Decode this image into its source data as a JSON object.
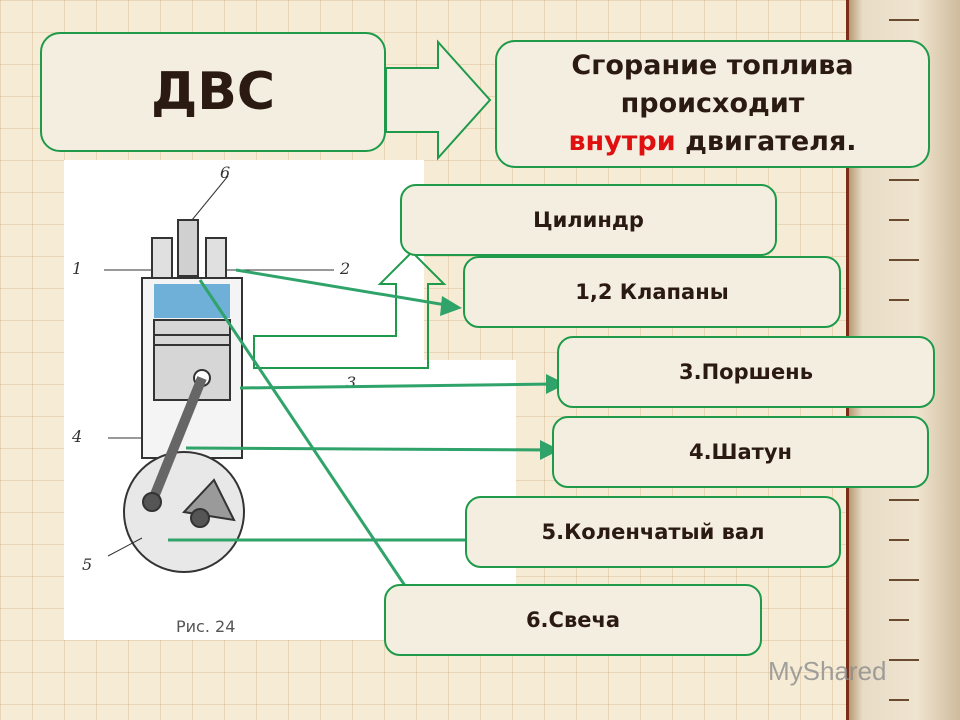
{
  "title": "ДВС",
  "definition": {
    "line1": "Сгорание топлива",
    "line2": "происходит",
    "highlight": "внутри",
    "rest": " двигателя",
    "end": "."
  },
  "labels": {
    "cylinder": "Цилиндр",
    "valves": "1,2 Клапаны",
    "piston": "3.Поршень",
    "rod": "4.Шатун",
    "crank": "5.Коленчатый вал",
    "plug": "6.Свеча"
  },
  "figure": {
    "caption": "Рис. 24",
    "n1": "1",
    "n2": "2",
    "n3": "3",
    "n4": "4",
    "n5": "5",
    "n6": "6"
  },
  "watermark": "MyShared",
  "colors": {
    "accent_red": "#e01010",
    "box_border": "#1e9a4a",
    "arrow": "#2fa36a",
    "piston": "#d6d6d6",
    "combustion": "#6fb0d8"
  }
}
